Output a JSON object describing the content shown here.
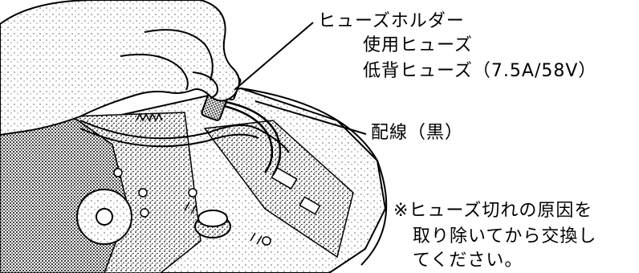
{
  "labels": {
    "fuse_holder": "ヒューズホルダー",
    "fuse_used": "使用ヒューズ",
    "fuse_spec": "低背ヒューズ（7.5A/58V）",
    "wire": "配線（黒）"
  },
  "note": {
    "line1": "※ヒューズ切れの原因を",
    "line2": "取り除いてから交換し",
    "line3": "てください。"
  }
}
